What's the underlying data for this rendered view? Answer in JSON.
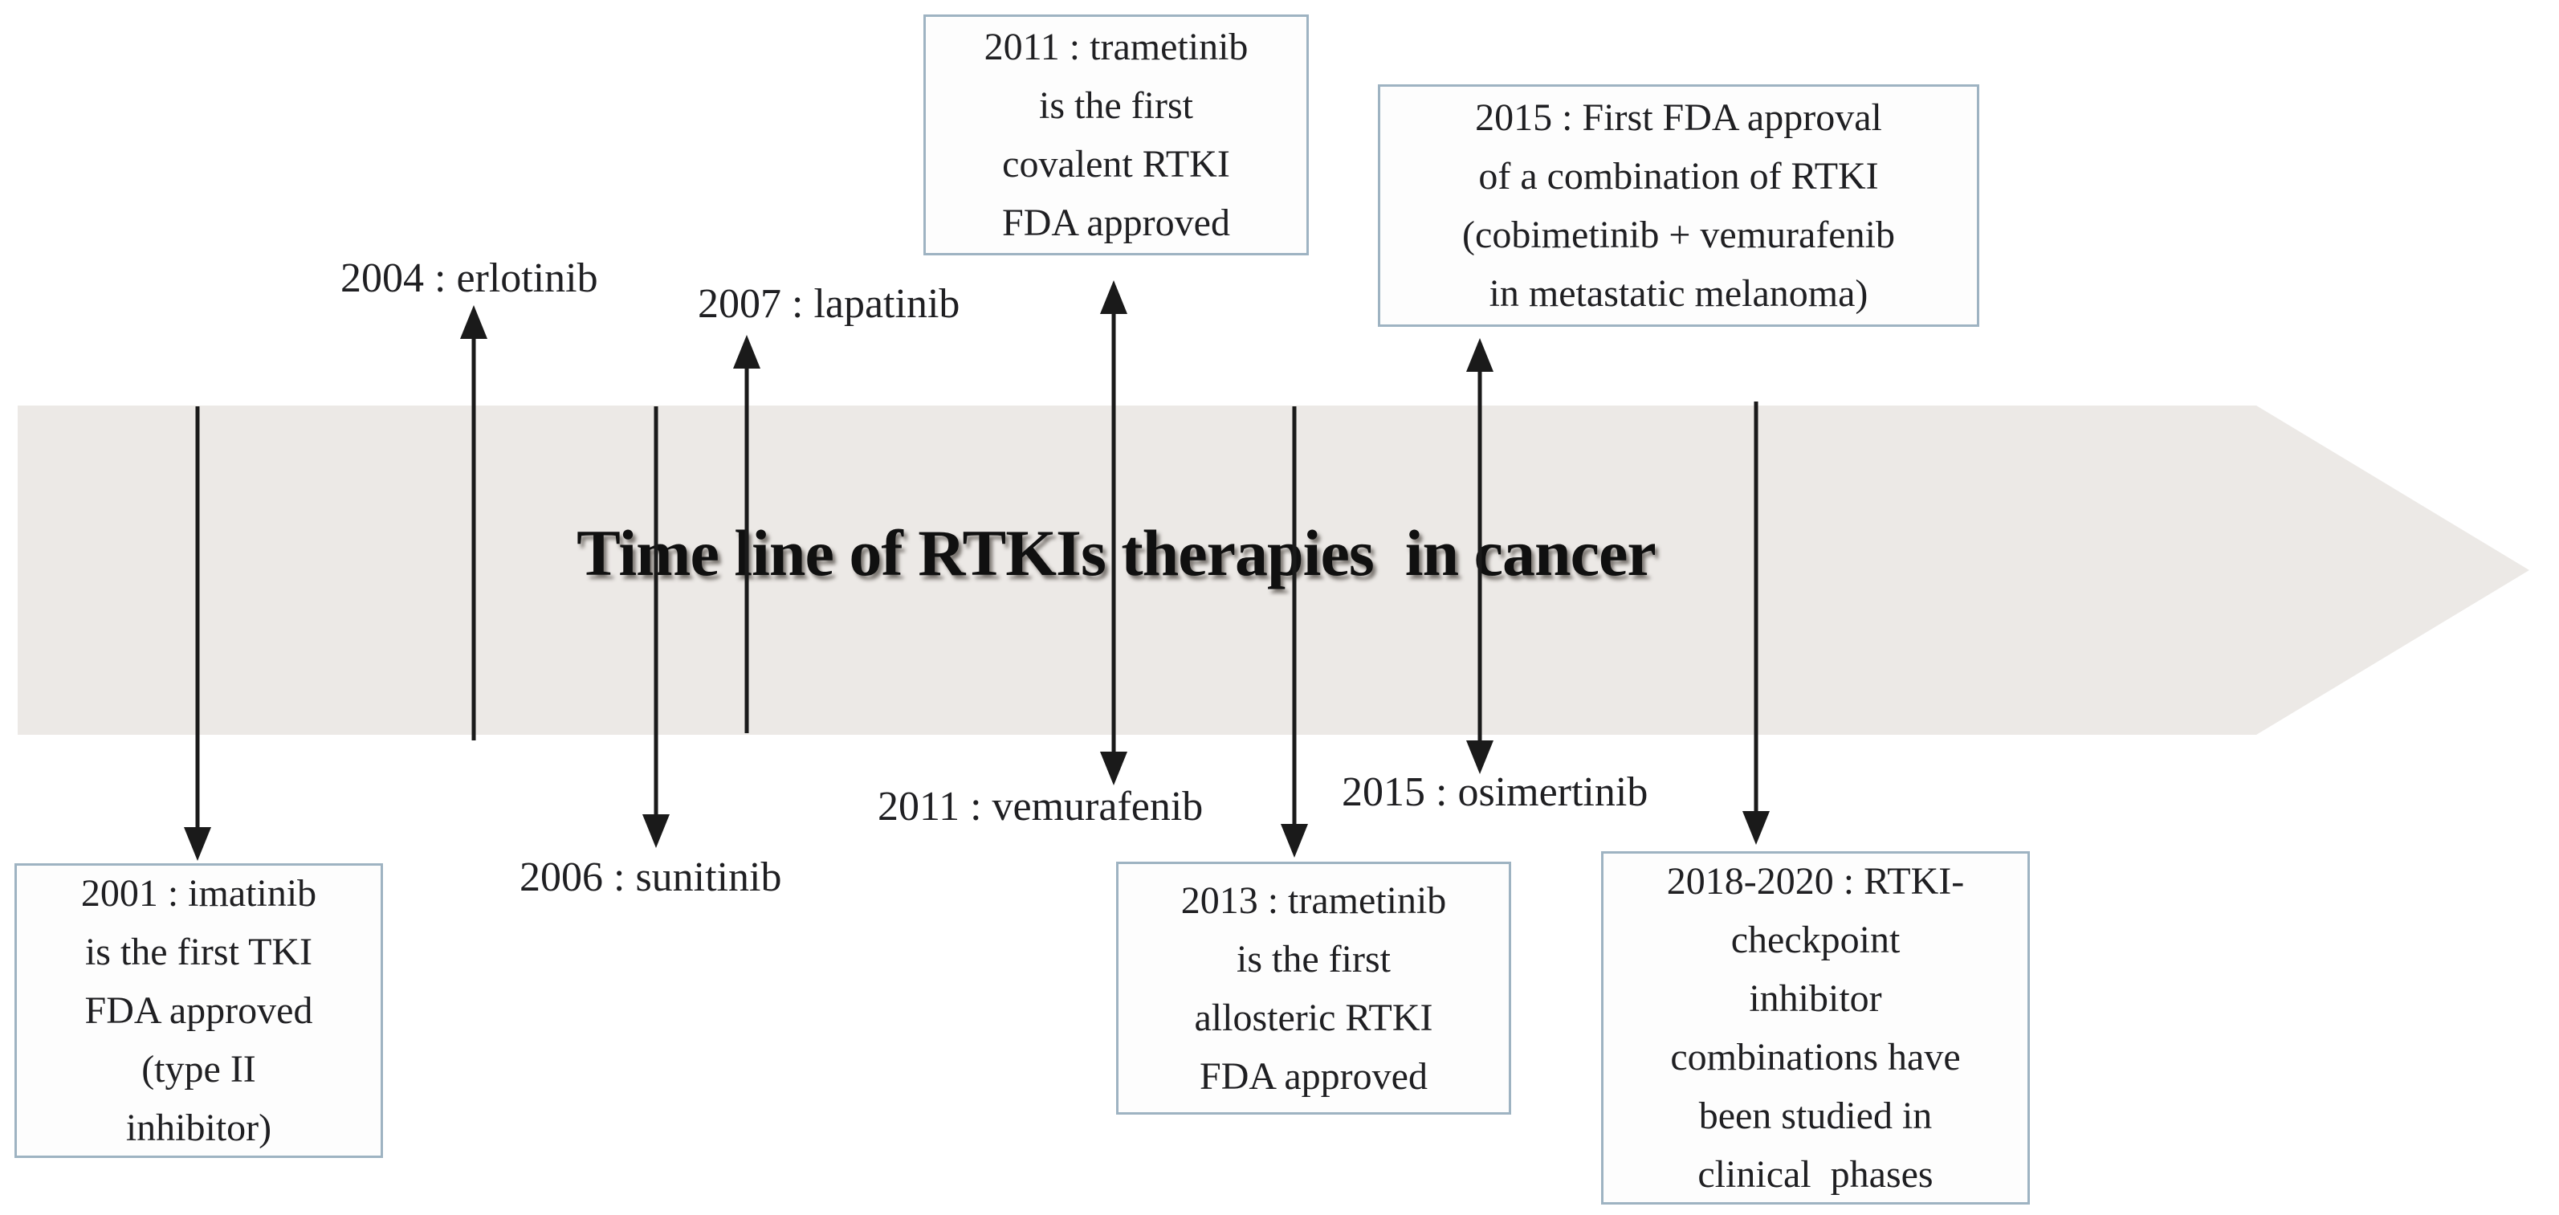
{
  "figure": {
    "title": "Time line of RTKIs therapies  in cancer"
  },
  "boxes": {
    "y2011": {
      "text": "2011 : trametinib\nis the first\ncovalent RTKI\nFDA approved"
    },
    "y2015": {
      "text": "2015 : First FDA approval\nof a combination of RTKI\n(cobimetinib + vemurafenib\nin metastatic melanoma)"
    },
    "y2001": {
      "text": "2001 : imatinib\nis the first TKI\nFDA approved\n(type II\ninhibitor)"
    },
    "y2013": {
      "text": "2013 : trametinib\nis the first\nallosteric RTKI\nFDA approved"
    },
    "y2018": {
      "text": "2018-2020 : RTKI-\ncheckpoint\ninhibitor\ncombinations have\nbeen studied in\nclinical  phases"
    }
  },
  "labels": {
    "erlotinib": "2004 : erlotinib",
    "lapatinib": "2007 : lapatinib",
    "sunitinib": "2006 : sunitinib",
    "vemurafenib": "2011 : vemurafenib",
    "osimertinib": "2015 : osimertinib"
  },
  "colors": {
    "band": "#ece9e6",
    "boxborder": "#9eb3c2",
    "boxfill": "#fdfdfd",
    "arrow": "#1a1a1a",
    "text": "#1f1f22",
    "title": "#101010"
  }
}
